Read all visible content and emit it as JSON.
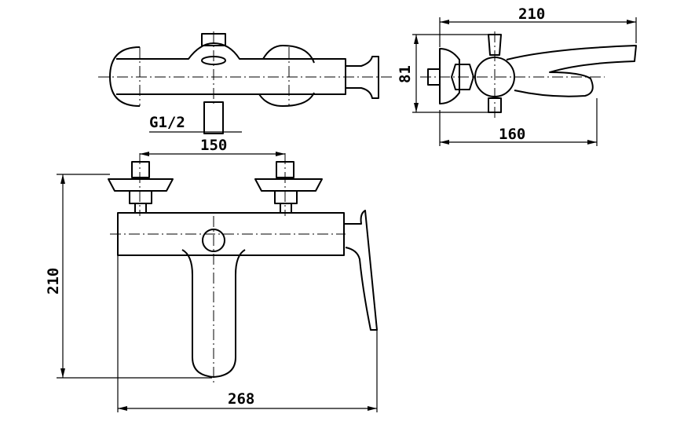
{
  "dimensions": {
    "side_width": "210",
    "side_height": "81",
    "side_depth": "160",
    "top_thread": "G1/2",
    "centers": "150",
    "front_height": "210",
    "front_width": "268"
  }
}
